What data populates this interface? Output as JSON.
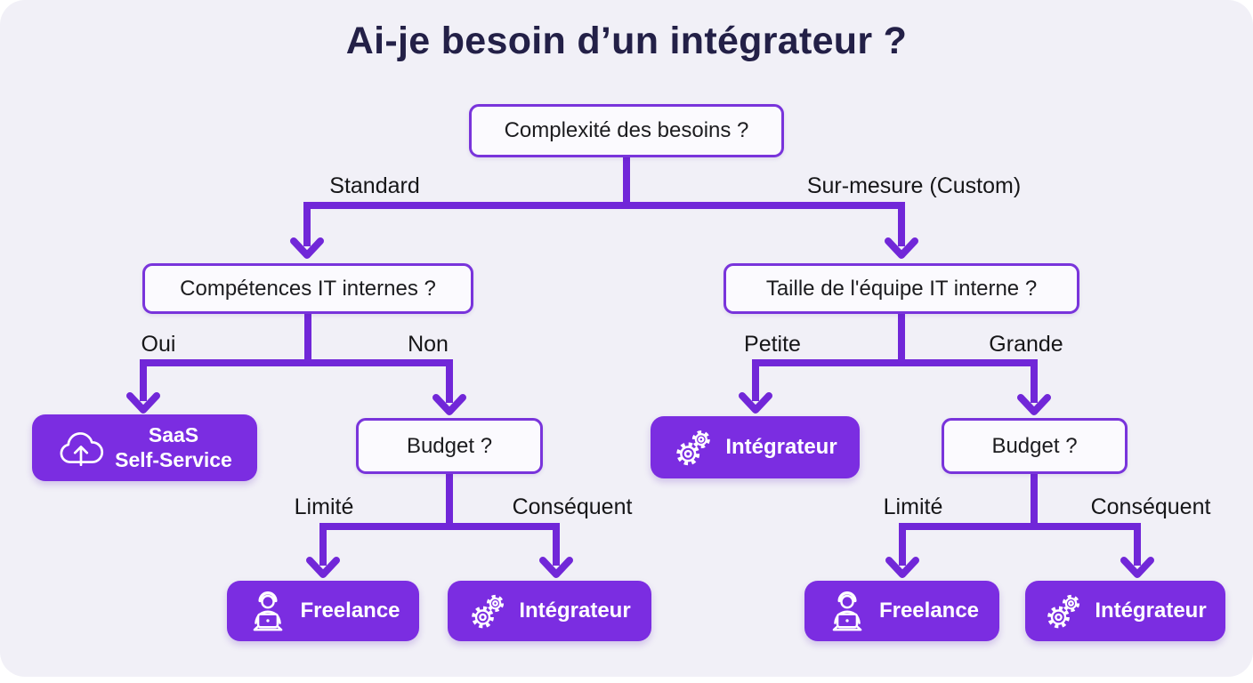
{
  "title": "Ai-je besoin d’un intégrateur ?",
  "colors": {
    "background": "#F1F0F7",
    "title_text": "#232047",
    "connector_purple": "#7127D8",
    "node_border_purple": "#7934DB",
    "outcome_fill_purple": "#7B2DE1",
    "outcome_text": "#FFFFFF",
    "question_text": "#1C1C1F"
  },
  "tree": {
    "root": "Complexité des besoins ?",
    "left_question": "Compétences IT internes ?",
    "right_question": "Taille de l'équipe IT interne ?",
    "budget_left": "Budget ?",
    "budget_right": "Budget ?"
  },
  "branches": {
    "standard": "Standard",
    "custom": "Sur-mesure (Custom)",
    "oui": "Oui",
    "non": "Non",
    "petite": "Petite",
    "grande": "Grande",
    "limite_left": "Limité",
    "consequent_left": "Conséquent",
    "limite_right": "Limité",
    "consequent_right": "Conséquent"
  },
  "outcomes": {
    "saas_line1": "SaaS",
    "saas_line2": "Self-Service",
    "integrateur_mid": "Intégrateur",
    "freelance_left": "Freelance",
    "integrateur_left": "Intégrateur",
    "freelance_right": "Freelance",
    "integrateur_right": "Intégrateur"
  },
  "icons": {
    "saas": "cloud-upload-icon",
    "integrateur": "gears-icon",
    "freelance": "freelancer-laptop-icon"
  }
}
